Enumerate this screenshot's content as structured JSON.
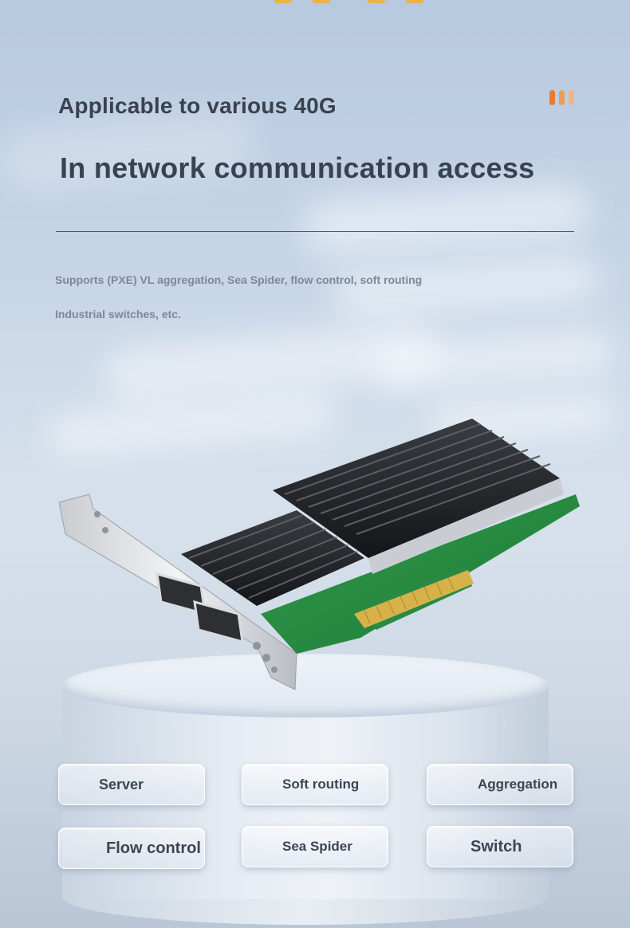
{
  "header": {
    "headline_1": "Applicable to various 40G",
    "headline_2": "In network communication access"
  },
  "description": {
    "line_1": "Supports (PXE) VL aggregation, Sea Spider, flow control, soft routing",
    "line_2": "Industrial switches, etc."
  },
  "accent_colors": [
    "#ea7a2c",
    "#ef9a5a",
    "#f0b48a"
  ],
  "top_tab_color": "#e5b54a",
  "product_image": "40G dual-port QSFP+ PCIe network card",
  "applications": [
    {
      "label": "Server"
    },
    {
      "label": "Soft routing"
    },
    {
      "label": "Aggregation"
    },
    {
      "label": "Flow control"
    },
    {
      "label": "Sea Spider"
    },
    {
      "label": "Switch"
    }
  ]
}
